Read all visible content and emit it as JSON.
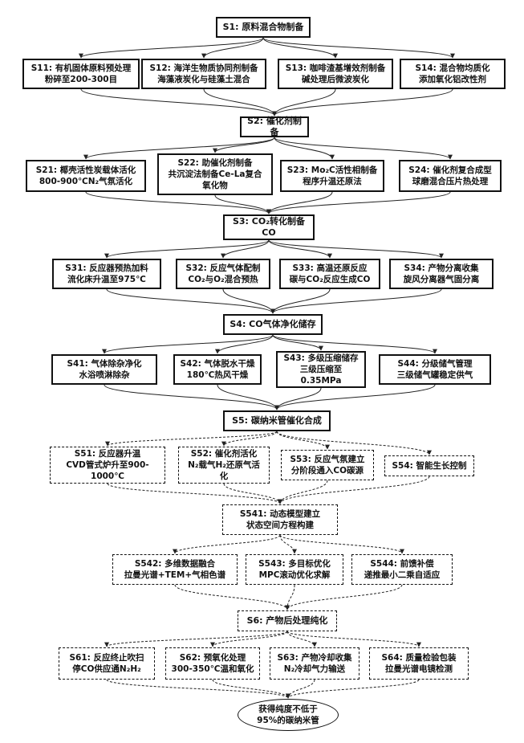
{
  "nodes": {
    "S1": "S1: 原料混合物制备",
    "S11": "S11: 有机固体原料预处理\n粉碎至200-300目",
    "S12": "S12: 海洋生物质协同剂制备\n海藻液炭化与硅藻土混合",
    "S13": "S13: 咖啡渣基增效剂制备\n碱处理后微波炭化",
    "S14": "S14: 混合物均质化\n添加氧化铝改性剂",
    "S2": "S2: 催化剂制备",
    "S21": "S21: 椰壳活性炭载体活化\n800-900℃N₂气氛活化",
    "S22": "S22: 助催化剂制备\n共沉淀法制备Ce-La复合\n氧化物",
    "S23": "S23: Mo₂C活性相制备\n程序升温还原法",
    "S24": "S24: 催化剂复合成型\n球磨混合压片热处理",
    "S3": "S3: CO₂转化制备\nCO",
    "S31": "S31: 反应器预热加料\n流化床升温至975℃",
    "S32": "S32: 反应气体配制\nCO₂与O₂混合预热",
    "S33": "S33: 高温还原反应\n碳与CO₂反应生成CO",
    "S34": "S34: 产物分离收集\n旋风分离器气固分离",
    "S4": "S4: CO气体净化储存",
    "S41": "S41: 气体除杂净化\n水浴喷淋除杂",
    "S42": "S42: 气体脱水干燥\n180℃热风干燥",
    "S43": "S43: 多级压缩储存\n三级压缩至\n0.35MPa",
    "S44": "S44: 分级储气管理\n三级储气罐稳定供气",
    "S5": "S5: 碳纳米管催化合成",
    "S51": "S51: 反应器升温\nCVD管式炉升至900-\n1000℃",
    "S52": "S52: 催化剂活化\nN₂载气H₂还原气活\n化",
    "S53": "S53: 反应气氛建立\n分阶段通入CO碳源",
    "S54": "S54: 智能生长控制",
    "S541": "S541: 动态模型建立\n状态空间方程构建",
    "S542": "S542: 多维数据融合\n拉曼光谱+TEM+气相色谱",
    "S543": "S543: 多目标优化\nMPC滚动优化求解",
    "S544": "S544: 前馈补偿\n递推最小二乘自适应",
    "S6": "S6: 产物后处理纯化",
    "S61": "S61: 反应终止吹扫\n停CO供应通N₂H₂",
    "S62": "S62: 预氧化处理\n300-350℃温和氧化",
    "S63": "S63: 产物冷却收集\nN₂冷却气力输送",
    "S64": "S64: 质量检验包装\n拉曼光谱电镜检测",
    "FINAL": "获得纯度不低于\n95%的碳纳米管"
  },
  "style": {
    "line_color": "#222222",
    "border_color": "#111111"
  }
}
